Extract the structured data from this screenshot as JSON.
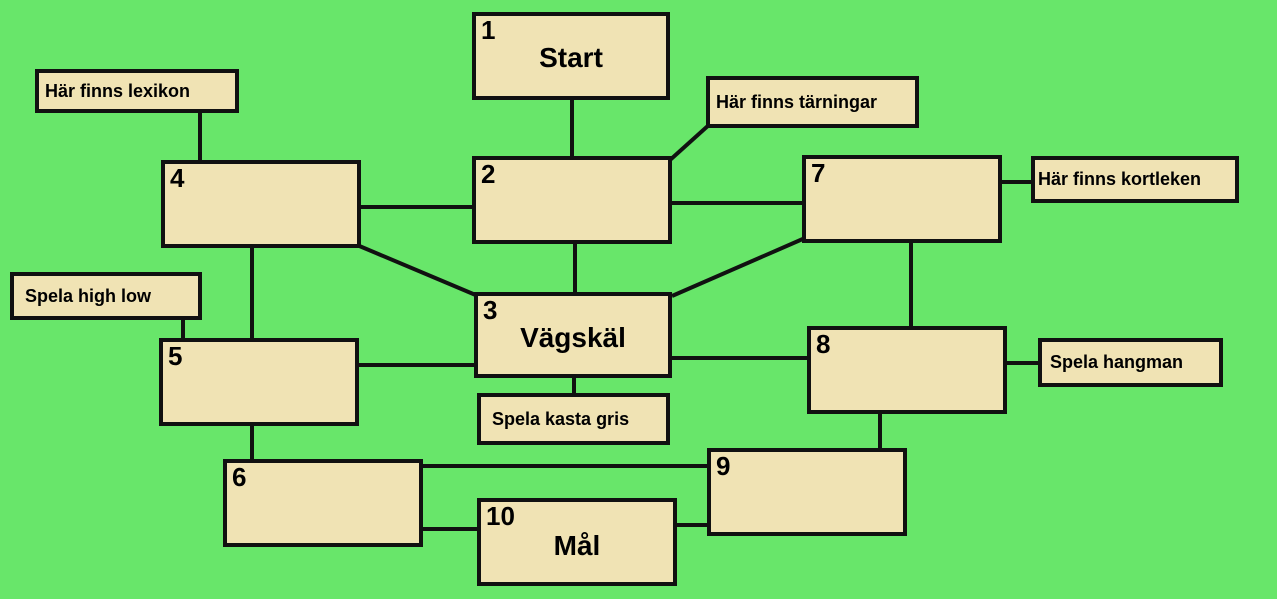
{
  "nodes": {
    "n1": {
      "number": "1",
      "title": "Start"
    },
    "n2": {
      "number": "2",
      "title": ""
    },
    "n3": {
      "number": "3",
      "title": "Vägskäl"
    },
    "n4": {
      "number": "4",
      "title": ""
    },
    "n5": {
      "number": "5",
      "title": ""
    },
    "n6": {
      "number": "6",
      "title": ""
    },
    "n7": {
      "number": "7",
      "title": ""
    },
    "n8": {
      "number": "8",
      "title": ""
    },
    "n9": {
      "number": "9",
      "title": ""
    },
    "n10": {
      "number": "10",
      "title": "Mål"
    }
  },
  "notes": {
    "lexikon": "Här finns lexikon",
    "tarningar": "Här finns tärningar",
    "kortleken": "Här finns kortleken",
    "highlow": "Spela high low",
    "kastagris": "Spela kasta gris",
    "hangman": "Spela hangman"
  },
  "edges": [
    [
      "n1",
      "n2"
    ],
    [
      "n2",
      "n3"
    ],
    [
      "n2",
      "n4"
    ],
    [
      "n2",
      "n7"
    ],
    [
      "n2",
      "tarningar"
    ],
    [
      "n4",
      "n3"
    ],
    [
      "n4",
      "n5"
    ],
    [
      "n4",
      "lexikon"
    ],
    [
      "n7",
      "n3"
    ],
    [
      "n7",
      "n8"
    ],
    [
      "n7",
      "kortleken"
    ],
    [
      "n3",
      "n5"
    ],
    [
      "n3",
      "n8"
    ],
    [
      "n3",
      "kastagris"
    ],
    [
      "n5",
      "n6"
    ],
    [
      "n5",
      "highlow"
    ],
    [
      "n6",
      "n9"
    ],
    [
      "n6",
      "n10"
    ],
    [
      "n8",
      "n9"
    ],
    [
      "n8",
      "hangman"
    ],
    [
      "n9",
      "n10"
    ]
  ],
  "colors": {
    "background": "#68e66a",
    "box_fill": "#f0e3b4",
    "line": "#111111"
  }
}
